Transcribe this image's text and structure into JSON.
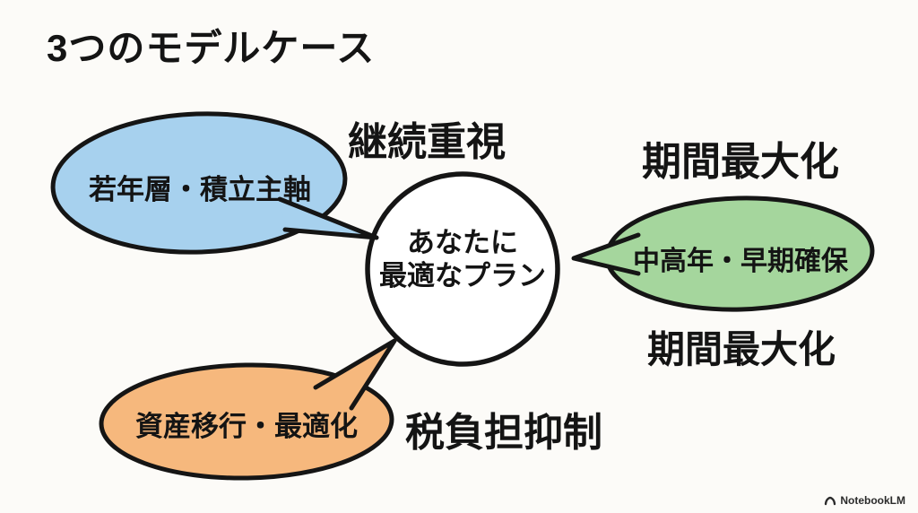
{
  "title": "3つのモデルケース",
  "center_bubble": {
    "line1": "あなたに",
    "line2": "最適なプラン"
  },
  "tags": {
    "top": "継続重視",
    "right_top": "期間最大化",
    "right_bottom": "期間最大化",
    "bottom": "税負担抑制"
  },
  "bubbles": {
    "blue": {
      "text": "若年層・積立主軸",
      "fill": "#a7d1ee"
    },
    "green": {
      "text": "中高年・早期確保",
      "fill": "#a5d69d"
    },
    "orange": {
      "text": "資産移行・最適化",
      "fill": "#f6b87d"
    }
  },
  "watermark": "NotebookLM",
  "colors": {
    "outline": "#151515",
    "text": "#141414",
    "background": "#fcfbf8"
  }
}
